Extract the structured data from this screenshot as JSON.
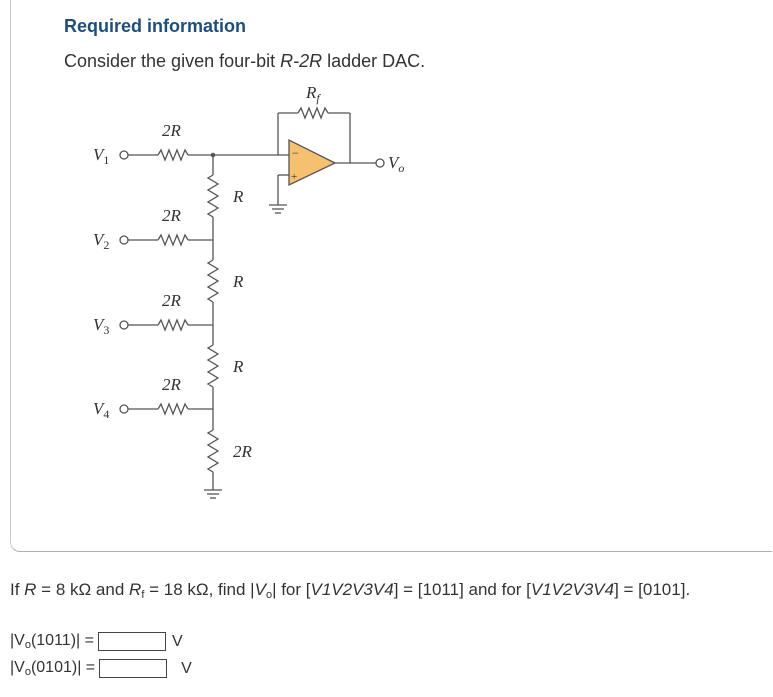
{
  "header": {
    "title": "Required information",
    "intro_prefix": "Consider the given four-bit ",
    "intro_em": "R-2R",
    "intro_suffix": " ladder DAC."
  },
  "circuit": {
    "rf_label": "R",
    "rf_sub": "f",
    "vo_label": "V",
    "vo_sub": "o",
    "inputs": [
      {
        "label": "V",
        "sub": "1",
        "resistor": "2R"
      },
      {
        "label": "V",
        "sub": "2",
        "resistor": "2R"
      },
      {
        "label": "V",
        "sub": "3",
        "resistor": "2R"
      },
      {
        "label": "V",
        "sub": "4",
        "resistor": "2R"
      }
    ],
    "ladder": [
      "R",
      "R",
      "R",
      "2R"
    ],
    "opamp_minus": "−",
    "opamp_plus": "+"
  },
  "question": {
    "if_text": "If ",
    "R": "R",
    "eq1": " = 8 kΩ and ",
    "Rf_main": "R",
    "Rf_sub": "f",
    "eq2": " = 18 kΩ, find |",
    "Vo_main": "V",
    "Vo_sub": "o",
    "find_mid": "| for [",
    "set1": "V1V2V3V4",
    "eq3": "] = [1011] and for [",
    "set2": "V1V2V3V4",
    "eq4": "] = [0101]."
  },
  "answers": [
    {
      "label_pre": "|V",
      "label_sub": "o",
      "label_post": "(1011)| =",
      "unit": "V"
    },
    {
      "label_pre": "|V",
      "label_sub": "o",
      "label_post": "(0101)| =",
      "unit": "V"
    }
  ]
}
